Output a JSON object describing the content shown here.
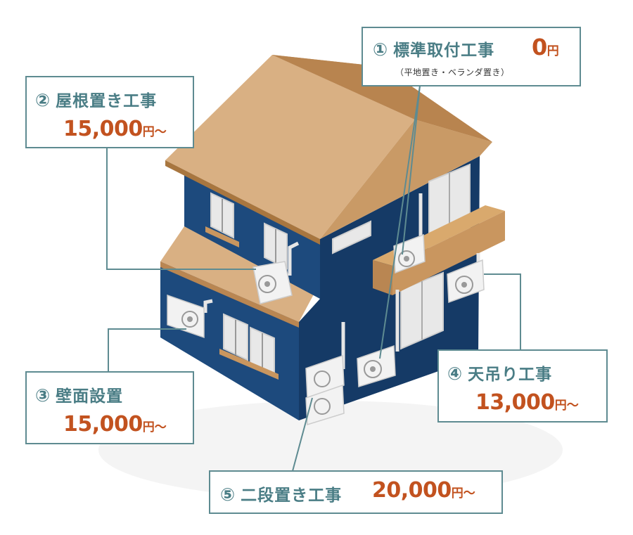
{
  "colors": {
    "wall_front": "#1d4a7d",
    "wall_side": "#153a66",
    "roof_light": "#d9b083",
    "roof_dark": "#c08d5b",
    "balcony": "#c9965f",
    "teal": "#5e8b91",
    "price": "#c2521f"
  },
  "callouts": [
    {
      "num": "①",
      "title": "標準取付工事",
      "price": "0",
      "unit": "円",
      "note": "（平地置き・ベランダ置き）"
    },
    {
      "num": "②",
      "title": "屋根置き工事",
      "price": "15,000",
      "unit": "円〜"
    },
    {
      "num": "③",
      "title": "壁面設置",
      "price": "15,000",
      "unit": "円〜"
    },
    {
      "num": "④",
      "title": "天吊り工事",
      "price": "13,000",
      "unit": "円〜"
    },
    {
      "num": "⑤",
      "title": "二段置き工事",
      "price": "20,000",
      "unit": "円〜"
    }
  ],
  "icons": {
    "ac_unit": "air-conditioner-outdoor-unit-icon"
  }
}
